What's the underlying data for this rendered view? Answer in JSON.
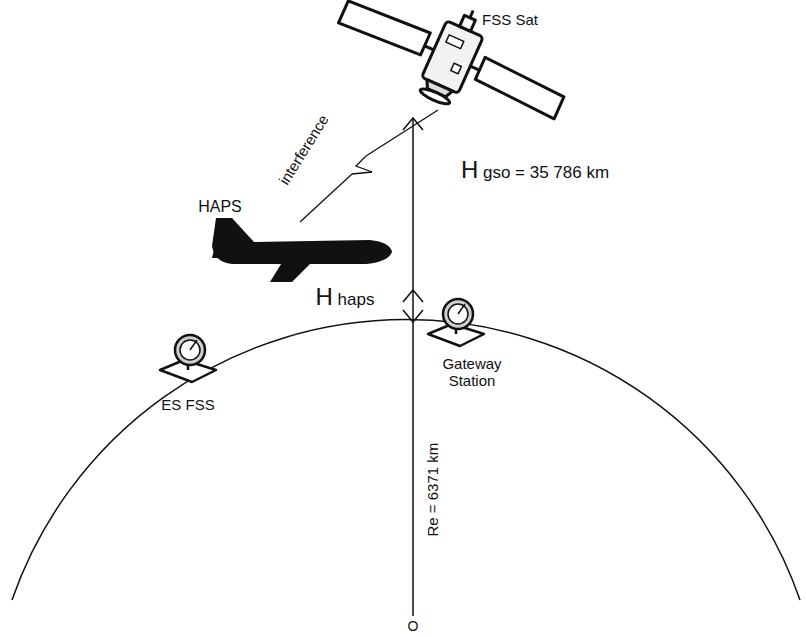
{
  "diagram": {
    "labels": [
      "FSS Sat",
      "interference",
      "H gso = 35 786 km",
      "HAPS",
      "H haps",
      "Gateway Station",
      "ES FSS",
      "Re = 6371 km",
      "O"
    ]
  }
}
